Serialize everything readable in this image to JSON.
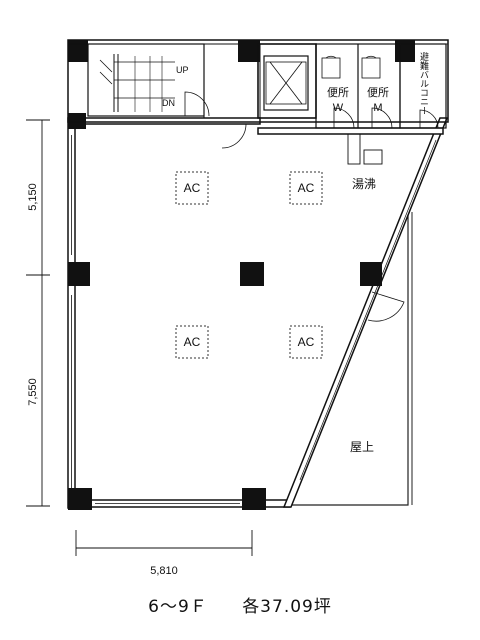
{
  "labels": {
    "stair_up": "UP",
    "stair_down": "DN",
    "wc_w_line1": "便所",
    "wc_w_line2": "W",
    "wc_m_line1": "便所",
    "wc_m_line2": "M",
    "balcony": "避難バルコニー",
    "kitchenette": "湯沸",
    "rooftop": "屋上",
    "ac_units": [
      "AC",
      "AC",
      "AC",
      "AC"
    ]
  },
  "dimensions": {
    "upper_depth": "5,150",
    "lower_depth": "7,550",
    "width": "5,810"
  },
  "caption": {
    "floors": "6～9Ｆ",
    "area": "各37.09坪"
  }
}
